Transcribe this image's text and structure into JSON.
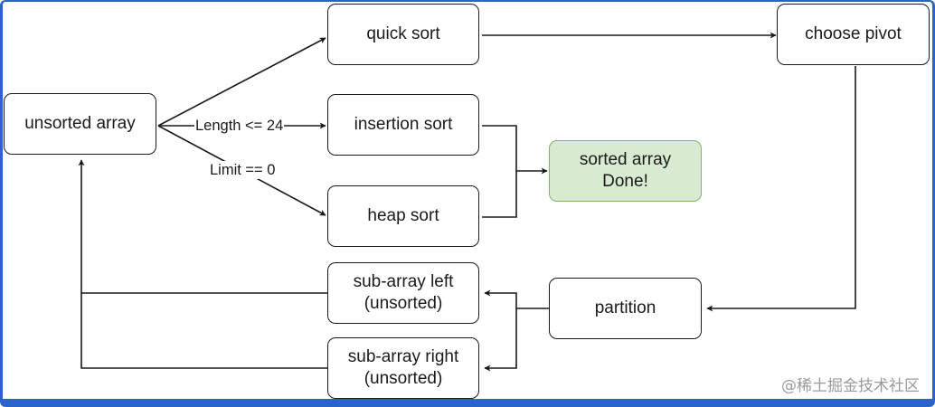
{
  "nodes": {
    "unsorted": {
      "label": "unsorted array"
    },
    "quick": {
      "label": "quick sort"
    },
    "pivot": {
      "label": "choose pivot"
    },
    "insertion": {
      "label": "insertion sort"
    },
    "heap": {
      "label": "heap sort"
    },
    "sorted": {
      "line1": "sorted array",
      "line2": "Done!"
    },
    "left": {
      "line1": "sub-array left",
      "line2": "(unsorted)"
    },
    "right": {
      "line1": "sub-array right",
      "line2": "(unsorted)"
    },
    "partition": {
      "label": "partition"
    }
  },
  "edges": {
    "length_condition": "Length <= 24",
    "limit_condition": "Limit == 0"
  },
  "watermark": "@稀土掘金技术社区",
  "colors": {
    "frame": "#2b63c9",
    "done_fill": "#d9ead3",
    "done_stroke": "#82b366"
  }
}
